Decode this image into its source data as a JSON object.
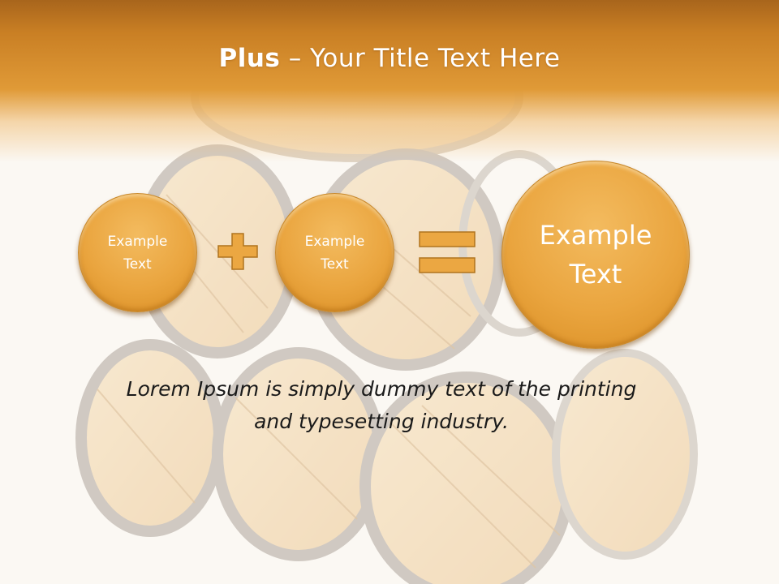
{
  "title": {
    "bold": "Plus",
    "rest": " – Your Title Text Here"
  },
  "circles": {
    "left": "Example\nText",
    "middle": "Example\nText",
    "result": "Example\nText"
  },
  "icons": {
    "operator_1": "plus-icon",
    "operator_2": "equals-icon",
    "background": "wooden-barrels"
  },
  "body": {
    "text": "Lorem Ipsum is simply dummy text of the printing\nand typesetting industry."
  },
  "colors": {
    "header": "#e09a37",
    "circle": "#eaa53f",
    "operator": "#eba742",
    "text": "#1a1a1a"
  }
}
